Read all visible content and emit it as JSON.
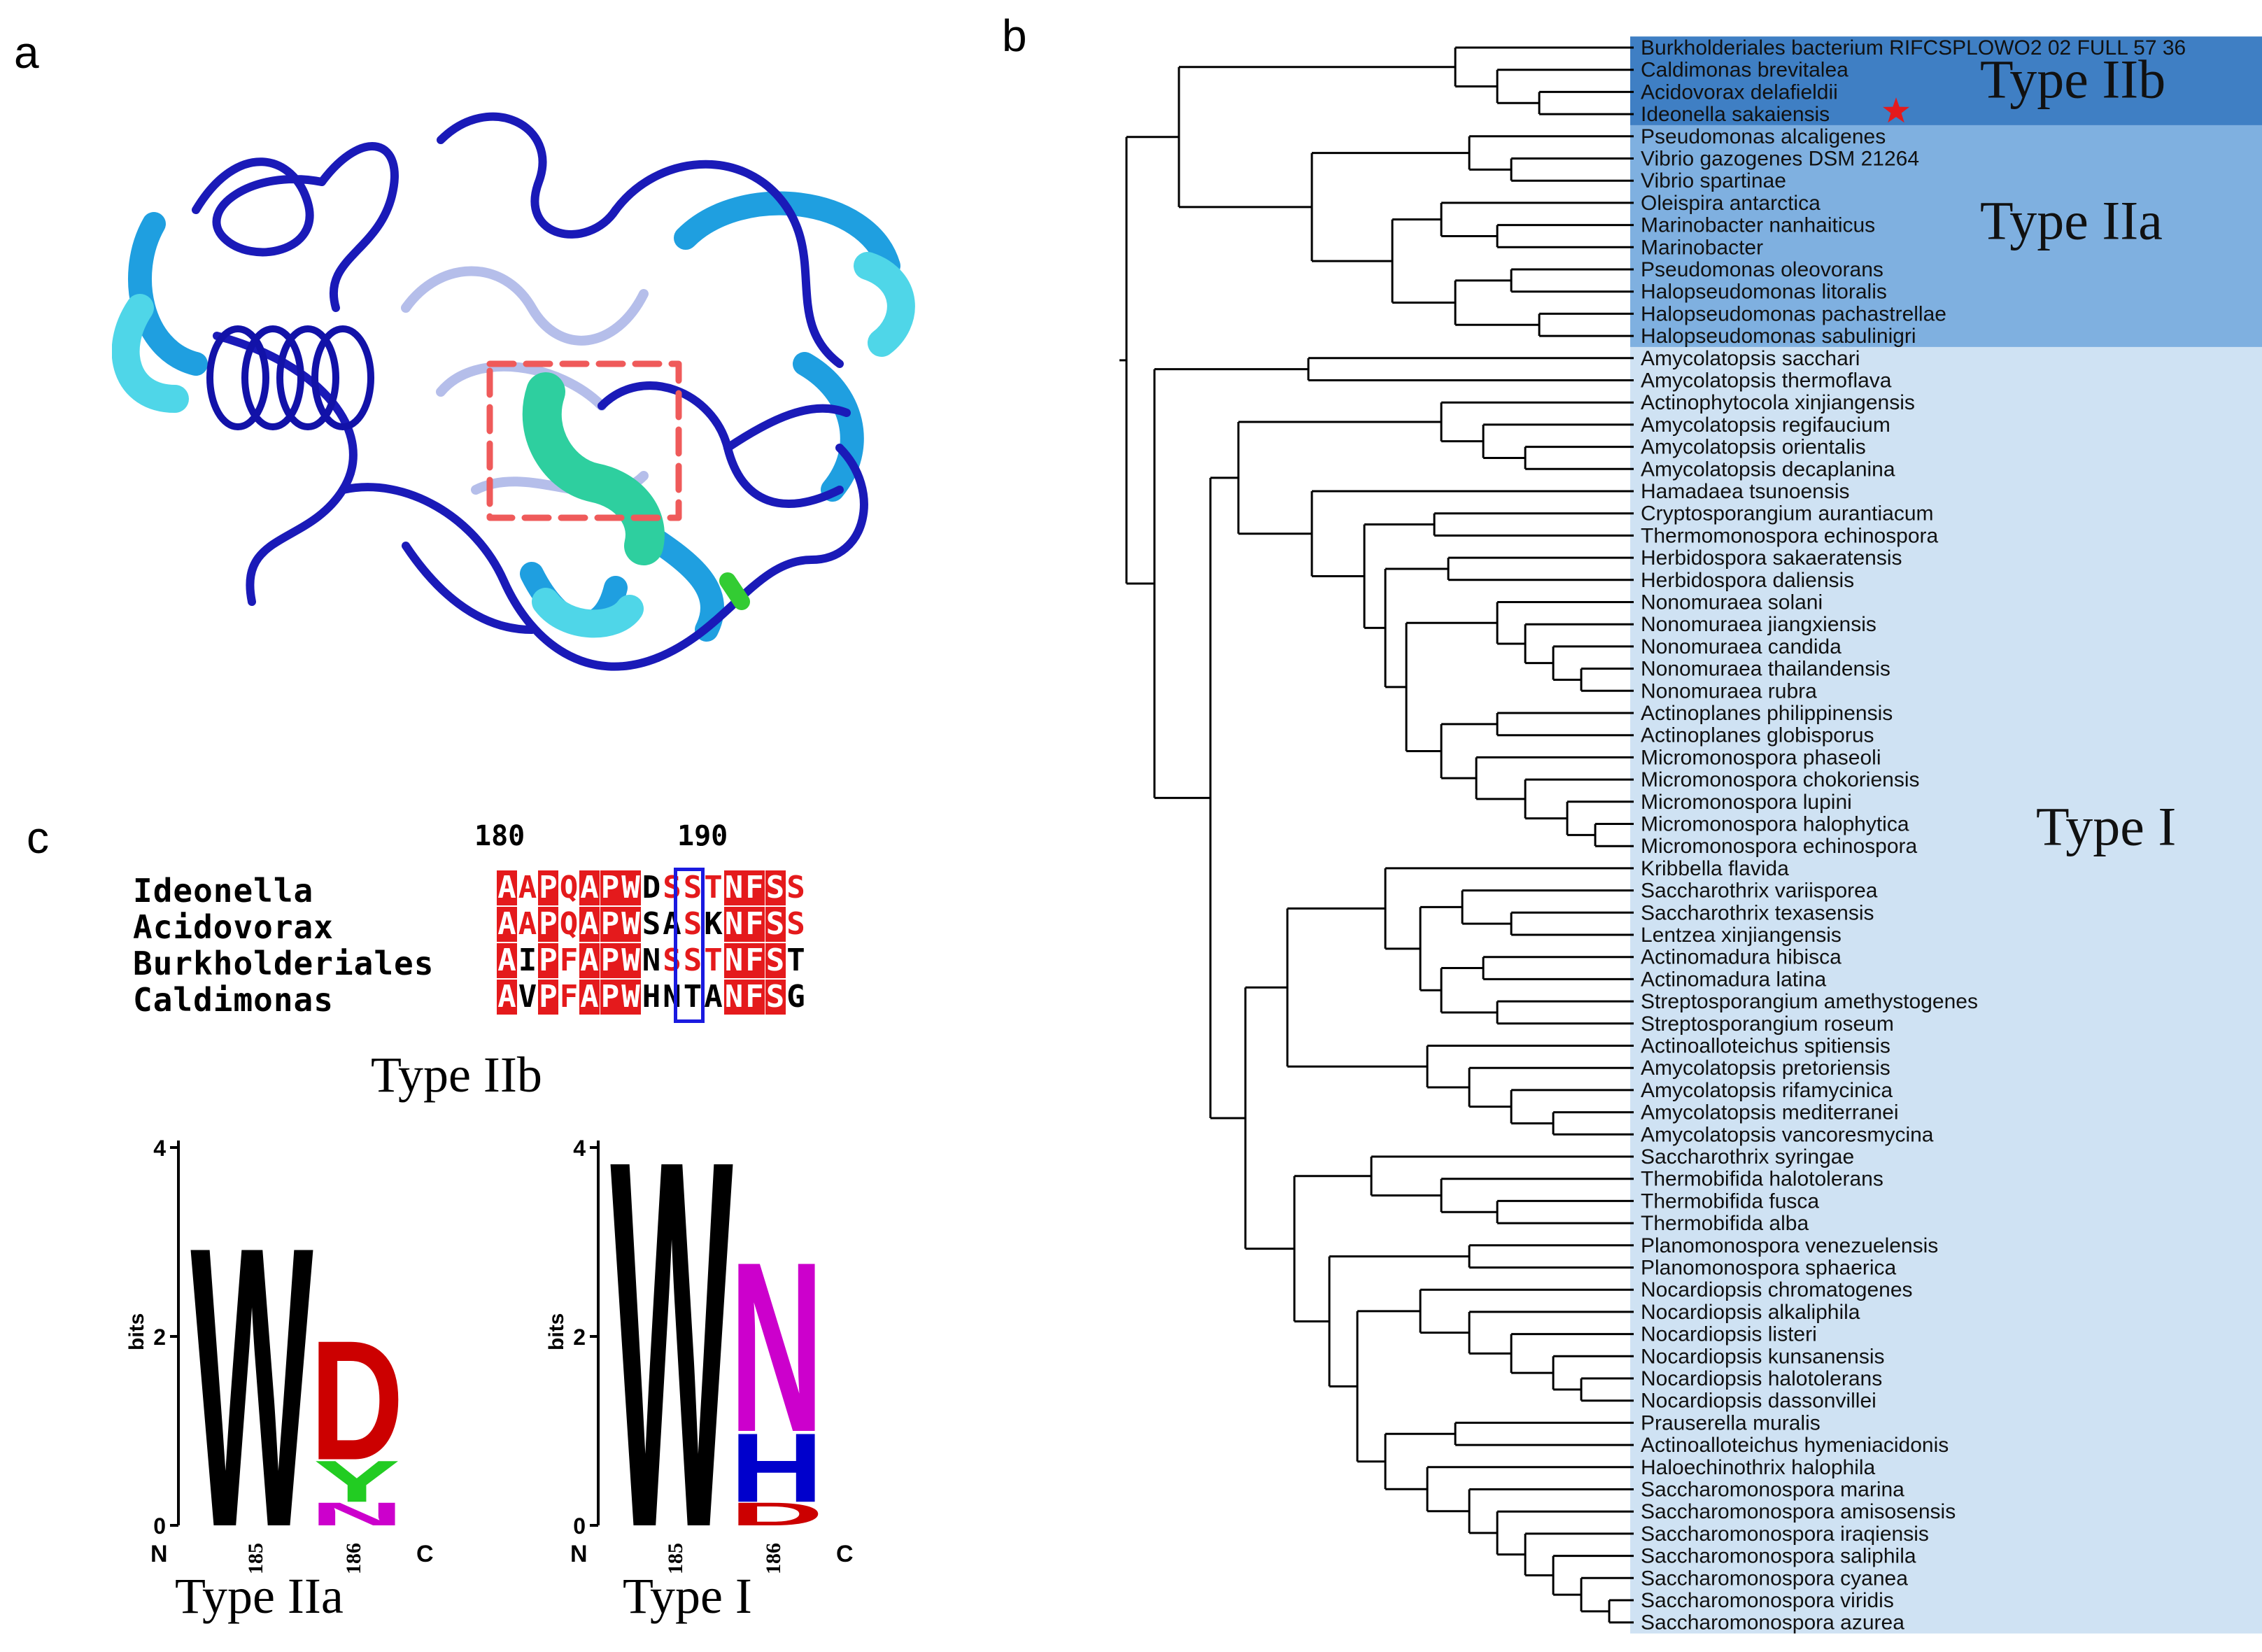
{
  "panels": {
    "a": "a",
    "b": "b",
    "c": "c"
  },
  "alignment": {
    "ticks": [
      "180",
      "190"
    ],
    "rows": [
      {
        "name": "Ideonella",
        "seq": "AAPQAPWDSSTNFSS"
      },
      {
        "name": "Acidovorax",
        "seq": "AAPQAPWSASKNFSS"
      },
      {
        "name": "Burkholderiales",
        "seq": "AIPFAPWNSSTNFST"
      },
      {
        "name": "Caldimonas",
        "seq": "AVPFAPWHNTANFSG"
      }
    ],
    "caption": "Type IIb"
  },
  "logos": [
    {
      "caption": "Type IIa",
      "ylabel": "bits",
      "yticks": [
        "0",
        "2",
        "4"
      ],
      "xticks": [
        "N",
        "185",
        "186",
        "C"
      ],
      "positions": [
        {
          "pos": "185",
          "letters": [
            {
              "letter": "W",
              "bits": 3.05,
              "color": "#000000"
            }
          ]
        },
        {
          "pos": "186",
          "letters": [
            {
              "letter": "N",
              "bits": 0.25,
              "color": "#cc00cc"
            },
            {
              "letter": "Y",
              "bits": 0.45,
              "color": "#22cc22"
            },
            {
              "letter": "D",
              "bits": 1.3,
              "color": "#cc0000"
            }
          ]
        }
      ]
    },
    {
      "caption": "Type I",
      "ylabel": "bits",
      "yticks": [
        "0",
        "2",
        "4"
      ],
      "xticks": [
        "N",
        "185",
        "186",
        "C"
      ],
      "positions": [
        {
          "pos": "185",
          "letters": [
            {
              "letter": "W",
              "bits": 4.0,
              "color": "#000000"
            }
          ]
        },
        {
          "pos": "186",
          "letters": [
            {
              "letter": "D",
              "bits": 0.25,
              "color": "#cc0000"
            },
            {
              "letter": "H",
              "bits": 0.75,
              "color": "#0000cc"
            },
            {
              "letter": "N",
              "bits": 1.85,
              "color": "#cc00cc"
            }
          ]
        }
      ]
    }
  ],
  "tree": {
    "taxa": [
      "Burkholderiales bacterium RIFCSPLOWO2 02 FULL 57 36",
      "Caldimonas brevitalea",
      "Acidovorax delafieldii",
      "Ideonella sakaiensis",
      "Pseudomonas alcaligenes",
      "Vibrio gazogenes DSM 21264",
      "Vibrio spartinae",
      "Oleispira antarctica",
      "Marinobacter nanhaiticus",
      "Marinobacter",
      "Pseudomonas oleovorans",
      "Halopseudomonas litoralis",
      "Halopseudomonas pachastrellae",
      "Halopseudomonas sabulinigri",
      "Amycolatopsis sacchari",
      "Amycolatopsis thermoflava",
      "Actinophytocola xinjiangensis",
      "Amycolatopsis regifaucium",
      "Amycolatopsis orientalis",
      "Amycolatopsis decaplanina",
      "Hamadaea tsunoensis",
      "Cryptosporangium aurantiacum",
      "Thermomonospora echinospora",
      "Herbidospora sakaeratensis",
      "Herbidospora daliensis",
      "Nonomuraea solani",
      "Nonomuraea jiangxiensis",
      "Nonomuraea candida",
      "Nonomuraea thailandensis",
      "Nonomuraea rubra",
      "Actinoplanes philippinensis",
      "Actinoplanes globisporus",
      "Micromonospora phaseoli",
      "Micromonospora chokoriensis",
      "Micromonospora lupini",
      "Micromonospora halophytica",
      "Micromonospora echinospora",
      "Kribbella flavida",
      "Saccharothrix variisporea",
      "Saccharothrix texasensis",
      "Lentzea xinjiangensis",
      "Actinomadura hibisca",
      "Actinomadura latina",
      "Streptosporangium amethystogenes",
      "Streptosporangium roseum",
      "Actinoalloteichus spitiensis",
      "Amycolatopsis pretoriensis",
      "Amycolatopsis rifamycinica",
      "Amycolatopsis mediterranei",
      "Amycolatopsis vancoresmycina",
      "Saccharothrix syringae",
      "Thermobifida halotolerans",
      "Thermobifida fusca",
      "Thermobifida alba",
      "Planomonospora venezuelensis",
      "Planomonospora sphaerica",
      "Nocardiopsis chromatogenes",
      "Nocardiopsis alkaliphila",
      "Nocardiopsis listeri",
      "Nocardiopsis kunsanensis",
      "Nocardiopsis halotolerans",
      "Nocardiopsis dassonvillei",
      "Prauserella muralis",
      "Actinoalloteichus hymeniacidonis",
      "Haloechinothrix halophila",
      "Saccharomonospora marina",
      "Saccharomonospora amisosensis",
      "Saccharomonospora iraqiensis",
      "Saccharomonospora saliphila",
      "Saccharomonospora cyanea",
      "Saccharomonospora viridis",
      "Saccharomonospora azurea"
    ],
    "groups": [
      {
        "label": "Type IIb",
        "first": 0,
        "last": 3,
        "color": "#3f7fc4"
      },
      {
        "label": "Type IIa",
        "first": 4,
        "last": 13,
        "color": "#7fb0e0"
      },
      {
        "label": "Type I",
        "first": 14,
        "last": 71,
        "color": "#cfe2f3"
      }
    ],
    "highlight_taxon": 3,
    "star_color": "#e41a1c"
  }
}
